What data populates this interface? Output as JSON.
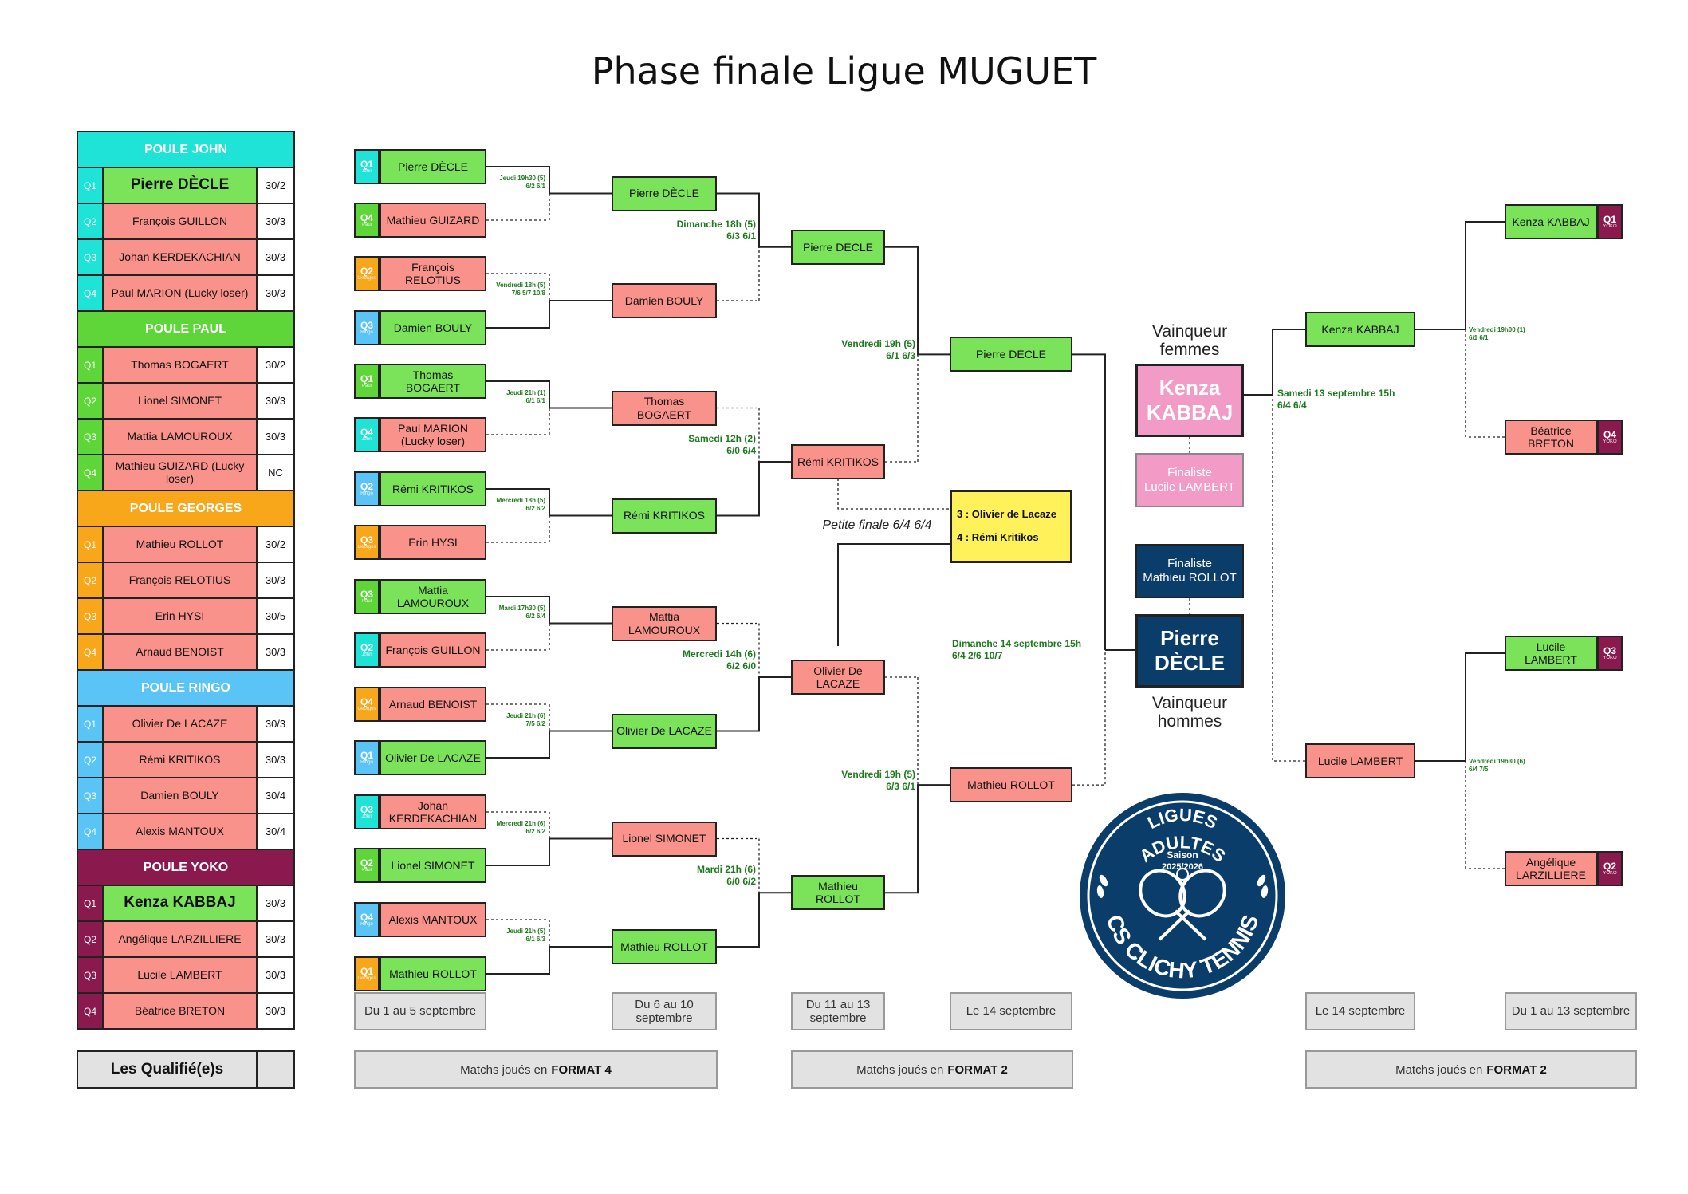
{
  "title": "Phase finale Ligue MUGUET",
  "colors": {
    "john": "#1fe3d6",
    "paul": "#5ed63a",
    "georges": "#f8a61a",
    "ringo": "#5bc4f6",
    "yoko": "#8a1a4e",
    "player_red": "#f9928a",
    "player_green": "#7be35a",
    "meta_green": "#1c7a1c",
    "navy": "#0b3d6b",
    "pink": "#f39bc7",
    "yellow": "#fff15a"
  },
  "pools": [
    {
      "name": "POULE JOHN",
      "color": "john",
      "rows": [
        {
          "q": "Q1",
          "name": "Pierre DÈCLE",
          "rank": "30/2",
          "qualified": true
        },
        {
          "q": "Q2",
          "name": "François GUILLON",
          "rank": "30/3",
          "qualified": false
        },
        {
          "q": "Q3",
          "name": "Johan KERDEKACHIAN",
          "rank": "30/3",
          "qualified": false
        },
        {
          "q": "Q4",
          "name": "Paul MARION (Lucky loser)",
          "rank": "30/3",
          "qualified": false
        }
      ]
    },
    {
      "name": "POULE PAUL",
      "color": "paul",
      "rows": [
        {
          "q": "Q1",
          "name": "Thomas BOGAERT",
          "rank": "30/2",
          "qualified": false
        },
        {
          "q": "Q2",
          "name": "Lionel SIMONET",
          "rank": "30/3",
          "qualified": false
        },
        {
          "q": "Q3",
          "name": "Mattia LAMOUROUX",
          "rank": "30/3",
          "qualified": false
        },
        {
          "q": "Q4",
          "name": "Mathieu GUIZARD (Lucky loser)",
          "rank": "NC",
          "qualified": false
        }
      ]
    },
    {
      "name": "POULE GEORGES",
      "color": "georges",
      "rows": [
        {
          "q": "Q1",
          "name": "Mathieu ROLLOT",
          "rank": "30/2",
          "qualified": false
        },
        {
          "q": "Q2",
          "name": "François RELOTIUS",
          "rank": "30/3",
          "qualified": false
        },
        {
          "q": "Q3",
          "name": "Erin HYSI",
          "rank": "30/5",
          "qualified": false
        },
        {
          "q": "Q4",
          "name": "Arnaud BENOIST",
          "rank": "30/3",
          "qualified": false
        }
      ]
    },
    {
      "name": "POULE RINGO",
      "color": "ringo",
      "rows": [
        {
          "q": "Q1",
          "name": "Olivier De LACAZE",
          "rank": "30/3",
          "qualified": false
        },
        {
          "q": "Q2",
          "name": "Rémi KRITIKOS",
          "rank": "30/3",
          "qualified": false
        },
        {
          "q": "Q3",
          "name": "Damien BOULY",
          "rank": "30/4",
          "qualified": false
        },
        {
          "q": "Q4",
          "name": "Alexis MANTOUX",
          "rank": "30/4",
          "qualified": false
        }
      ]
    },
    {
      "name": "POULE YOKO",
      "color": "yoko",
      "rows": [
        {
          "q": "Q1",
          "name": "Kenza KABBAJ",
          "rank": "30/3",
          "qualified": true
        },
        {
          "q": "Q2",
          "name": "Angélique LARZILLIERE",
          "rank": "30/3",
          "qualified": false
        },
        {
          "q": "Q3",
          "name": "Lucile LAMBERT",
          "rank": "30/3",
          "qualified": false
        },
        {
          "q": "Q4",
          "name": "Béatrice BRETON",
          "rank": "30/3",
          "qualified": false
        }
      ]
    }
  ],
  "qualified_label": "Les Qualifié(e)s",
  "men": {
    "r16": [
      {
        "seed": "Q1",
        "pool": "John",
        "color": "john",
        "name": "Pierre DÈCLE",
        "win": true
      },
      {
        "seed": "Q4",
        "pool": "Paul",
        "color": "paul",
        "name": "Mathieu GUIZARD",
        "win": false
      },
      {
        "seed": "Q2",
        "pool": "Georges",
        "color": "georges",
        "name": "François RELOTIUS",
        "win": false
      },
      {
        "seed": "Q3",
        "pool": "Ringo",
        "color": "ringo",
        "name": "Damien BOULY",
        "win": true
      },
      {
        "seed": "Q1",
        "pool": "Paul",
        "color": "paul",
        "name": "Thomas BOGAERT",
        "win": true
      },
      {
        "seed": "Q4",
        "pool": "John",
        "color": "john",
        "name": "Paul MARION (Lucky loser)",
        "win": false
      },
      {
        "seed": "Q2",
        "pool": "Ringo",
        "color": "ringo",
        "name": "Rémi KRITIKOS",
        "win": true
      },
      {
        "seed": "Q3",
        "pool": "Georges",
        "color": "georges",
        "name": "Erin HYSI",
        "win": false
      },
      {
        "seed": "Q3",
        "pool": "Paul",
        "color": "paul",
        "name": "Mattia LAMOUROUX",
        "win": true
      },
      {
        "seed": "Q2",
        "pool": "John",
        "color": "john",
        "name": "François GUILLON",
        "win": false
      },
      {
        "seed": "Q4",
        "pool": "Georges",
        "color": "georges",
        "name": "Arnaud BENOIST",
        "win": false
      },
      {
        "seed": "Q1",
        "pool": "Ringo",
        "color": "ringo",
        "name": "Olivier De LACAZE",
        "win": true
      },
      {
        "seed": "Q3",
        "pool": "John",
        "color": "john",
        "name": "Johan KERDEKACHIAN",
        "win": false
      },
      {
        "seed": "Q2",
        "pool": "Paul",
        "color": "paul",
        "name": "Lionel SIMONET",
        "win": true
      },
      {
        "seed": "Q4",
        "pool": "Ringo",
        "color": "ringo",
        "name": "Alexis MANTOUX",
        "win": false
      },
      {
        "seed": "Q1",
        "pool": "Georges",
        "color": "georges",
        "name": "Mathieu ROLLOT",
        "win": true
      }
    ],
    "r16_meta": [
      "Jeudi 19h30 (5)\n6/2 6/1",
      "Vendredi 18h (5)\n7/6 5/7 10/8",
      "Jeudi 21h (1)\n6/1 6/1",
      "Mercredi 18h (5)\n6/2 6/2",
      "Mardi 17h30 (5)\n6/2 6/4",
      "Jeudi 21h (6)\n7/5 6/2",
      "Mercredi 21h (6)\n6/2 6/2",
      "Jeudi 21h (5)\n6/1 6/3"
    ],
    "qf": [
      {
        "name": "Pierre DÈCLE",
        "win": true
      },
      {
        "name": "Damien BOULY",
        "win": false
      },
      {
        "name": "Thomas BOGAERT",
        "win": false
      },
      {
        "name": "Rémi KRITIKOS",
        "win": true
      },
      {
        "name": "Mattia LAMOUROUX",
        "win": false
      },
      {
        "name": "Olivier De LACAZE",
        "win": true
      },
      {
        "name": "Lionel SIMONET",
        "win": false
      },
      {
        "name": "Mathieu ROLLOT",
        "win": true
      }
    ],
    "qf_meta": [
      "Dimanche 18h (5)\n6/3 6/1",
      "Samedi 12h (2)\n6/0 6/4",
      "Mercredi 14h (6)\n6/2 6/0",
      "Mardi 21h (6)\n6/0 6/2"
    ],
    "sf": [
      {
        "name": "Pierre DÈCLE",
        "win": true
      },
      {
        "name": "Rémi KRITIKOS",
        "win": false
      },
      {
        "name": "Olivier De LACAZE",
        "win": false
      },
      {
        "name": "Mathieu ROLLOT",
        "win": true
      }
    ],
    "sf_meta": [
      "Vendredi 19h (5)\n6/1 6/3",
      "Vendredi 19h (5)\n6/3 6/1"
    ],
    "final": [
      {
        "name": "Pierre DÈCLE",
        "win": true
      },
      {
        "name": "Mathieu ROLLOT",
        "win": false
      }
    ],
    "final_meta": "Dimanche 14 septembre 15h\n6/4 2/6 10/7",
    "third_place": {
      "line1": "3 : Olivier de Lacaze",
      "line2": "4 : Rémi Kritikos",
      "label": "Petite finale 6/4 6/4"
    }
  },
  "women": {
    "qf": [
      {
        "seed": "Q1",
        "pool": "YOKO",
        "name": "Kenza KABBAJ",
        "win": true
      },
      {
        "seed": "Q4",
        "pool": "YOKO",
        "name": "Béatrice BRETON",
        "win": false
      },
      {
        "seed": "Q3",
        "pool": "YOKO",
        "name": "Lucile LAMBERT",
        "win": true
      },
      {
        "seed": "Q2",
        "pool": "YOKO",
        "name": "Angélique LARZILLIERE",
        "win": false
      }
    ],
    "qf_meta": [
      "Vendredi 19h00 (1)\n6/1 6/1",
      "Vendredi 19h30 (6)\n6/4 7/5"
    ],
    "final": [
      {
        "name": "Kenza KABBAJ",
        "win": true
      },
      {
        "name": "Lucile LAMBERT",
        "win": false
      }
    ],
    "final_meta": "Samedi 13 septembre 15h\n6/4 6/4"
  },
  "winners": {
    "women_label": "Vainqueur\nfemmes",
    "women_name": "Kenza\nKABBAJ",
    "women_finalist": "Finaliste\nLucile LAMBERT",
    "men_finalist": "Finaliste\nMathieu ROLLOT",
    "men_name": "Pierre\nDÈCLE",
    "men_label": "Vainqueur\nhommes"
  },
  "dates": [
    "Du 1 au 5 septembre",
    "Du 6 au 10\nseptembre",
    "Du 11 au 13\nseptembre",
    "Le 14 septembre",
    "Le 14 septembre",
    "Du 1 au 13 septembre"
  ],
  "formats": [
    {
      "prefix": "Matchs joués en",
      "bold": "FORMAT 4"
    },
    {
      "prefix": "Matchs joués en",
      "bold": "FORMAT 2"
    },
    {
      "prefix": "Matchs joués en",
      "bold": "FORMAT 2"
    }
  ],
  "logo": {
    "top": "LIGUES",
    "top2": "ADULTES",
    "season": "Saison",
    "years": "2025/2026",
    "bottom": "CS CLICHY TENNIS"
  }
}
